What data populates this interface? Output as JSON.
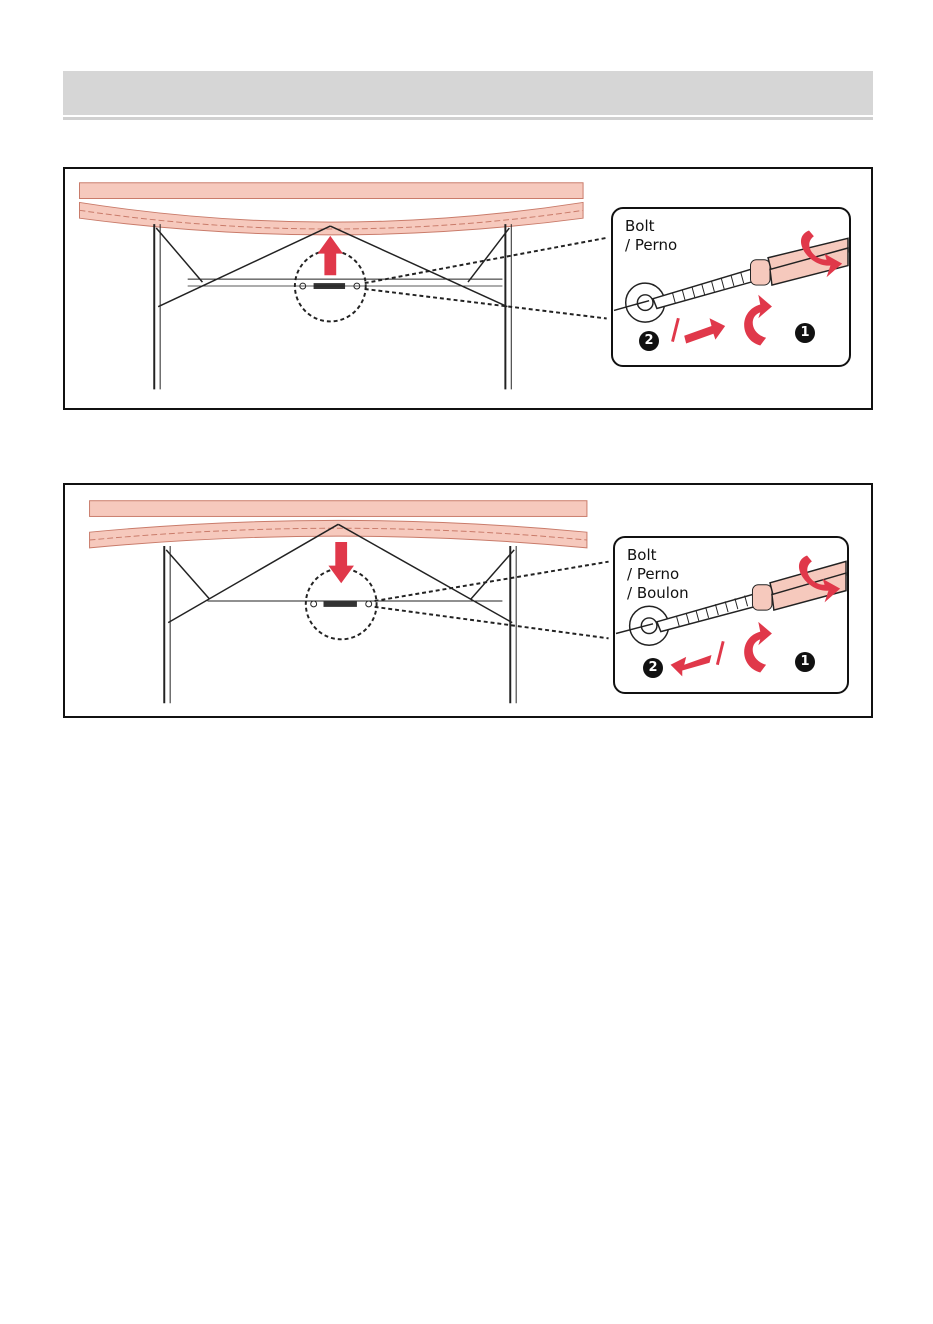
{
  "colors": {
    "tabletop_fill": "#f6c9bd",
    "tabletop_stroke": "#c97b6a",
    "arrow_red": "#e0384a",
    "frame_stroke": "#222222",
    "header_gray": "#d6d6d6"
  },
  "panels": [
    {
      "id": "tighten",
      "callout": {
        "labels": [
          "Bolt",
          "/ Perno"
        ],
        "step_1": "1",
        "step_2": "2",
        "bolt_direction": "right",
        "table_arrow": "up"
      }
    },
    {
      "id": "loosen",
      "callout": {
        "labels": [
          "Bolt",
          "/ Perno",
          "/ Boulon"
        ],
        "step_1": "1",
        "step_2": "2",
        "bolt_direction": "left",
        "table_arrow": "down"
      }
    }
  ]
}
